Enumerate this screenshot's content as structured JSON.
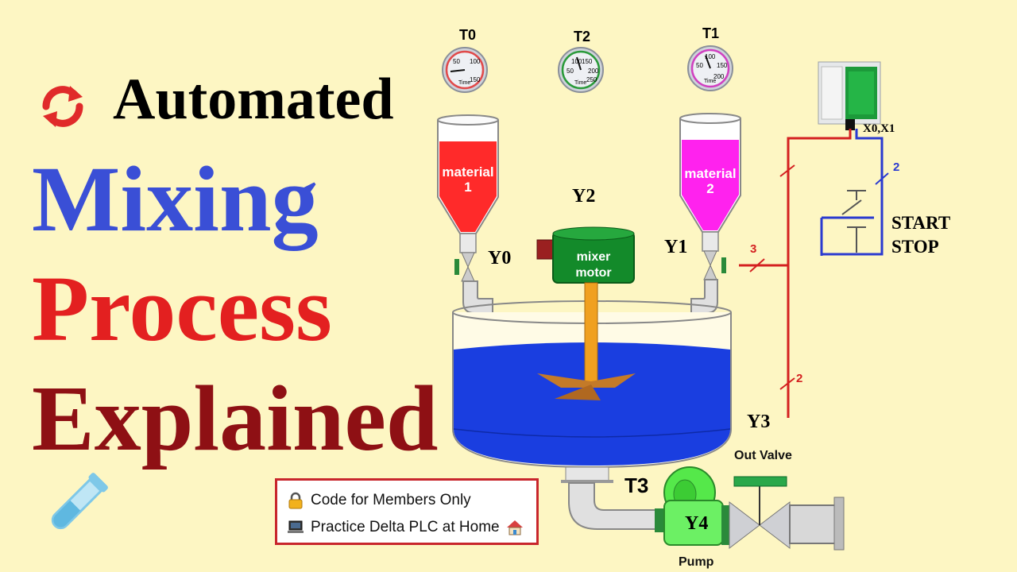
{
  "title": {
    "line1": "Automated",
    "line2": "Mixing",
    "line3": "Process",
    "line4": "Explained"
  },
  "gauges": [
    {
      "label": "T0",
      "ticks": [
        "50",
        "100",
        "150"
      ],
      "unit": "Time",
      "color": "#e04a4a"
    },
    {
      "label": "T2",
      "ticks": [
        "100",
        "150",
        "50",
        "200",
        "250"
      ],
      "unit": "Time",
      "color": "#2a9a3a"
    },
    {
      "label": "T1",
      "ticks": [
        "100",
        "50",
        "150",
        "200"
      ],
      "unit": "Time",
      "color": "#d040c0"
    }
  ],
  "hoppers": [
    {
      "label_line1": "material",
      "label_line2": "1",
      "color": "#ff2a2a"
    },
    {
      "label_line1": "material",
      "label_line2": "2",
      "color": "#ff22ee"
    }
  ],
  "motor": {
    "label_line1": "mixer",
    "label_line2": "motor"
  },
  "signals": {
    "y0": "Y0",
    "y1": "Y1",
    "y2": "Y2",
    "y3": "Y3",
    "y4": "Y4",
    "t3": "T3"
  },
  "plc": {
    "inputs_label": "X0,X1",
    "start_label": "START",
    "stop_label": "STOP"
  },
  "wiring": {
    "wire_count_top": "2",
    "wire_count_mid": "3",
    "wire_count_bottom": "2"
  },
  "labels": {
    "out_valve": "Out Valve",
    "pump": "Pump"
  },
  "info": {
    "line1": "Code for Members Only",
    "line2": "Practice Delta PLC at Home"
  },
  "colors": {
    "background": "#fdf6c3",
    "liquid": "#1a3ee0",
    "automated": "#000000",
    "mixing": "#3a4fd6",
    "process": "#e32020",
    "explained": "#8e1014",
    "wire_red": "#d42020",
    "wire_blue": "#2a3ad0",
    "pump_green": "#55e84a"
  }
}
